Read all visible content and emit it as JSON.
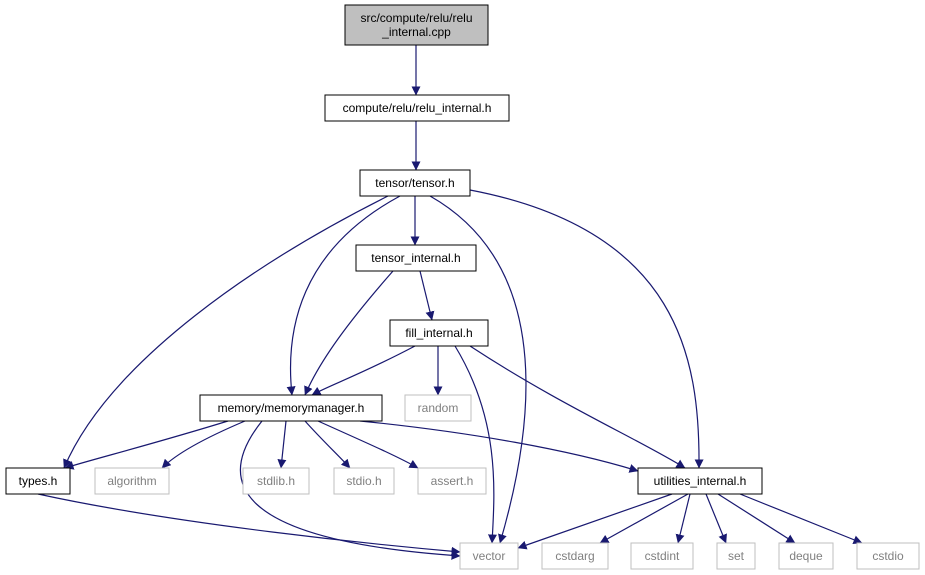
{
  "diagram": {
    "colors": {
      "edge": "#191970",
      "root_fill": "#bfbfbf",
      "node_stroke": "#000000",
      "node_text": "#000000",
      "system_stroke": "#bfbfbf",
      "system_text": "#808080"
    },
    "nodes": [
      {
        "id": "relu_cpp",
        "lines": [
          "src/compute/relu/relu",
          "_internal.cpp"
        ],
        "kind": "root"
      },
      {
        "id": "relu_h",
        "lines": [
          "compute/relu/relu_internal.h"
        ],
        "kind": "local"
      },
      {
        "id": "tensor_h",
        "lines": [
          "tensor/tensor.h"
        ],
        "kind": "local"
      },
      {
        "id": "tensor_internal_h",
        "lines": [
          "tensor_internal.h"
        ],
        "kind": "local"
      },
      {
        "id": "fill_internal_h",
        "lines": [
          "fill_internal.h"
        ],
        "kind": "local"
      },
      {
        "id": "memorymanager_h",
        "lines": [
          "memory/memorymanager.h"
        ],
        "kind": "local"
      },
      {
        "id": "random",
        "lines": [
          "random"
        ],
        "kind": "system"
      },
      {
        "id": "types_h",
        "lines": [
          "types.h"
        ],
        "kind": "local"
      },
      {
        "id": "algorithm",
        "lines": [
          "algorithm"
        ],
        "kind": "system"
      },
      {
        "id": "stdlib_h",
        "lines": [
          "stdlib.h"
        ],
        "kind": "system"
      },
      {
        "id": "stdio_h",
        "lines": [
          "stdio.h"
        ],
        "kind": "system"
      },
      {
        "id": "assert_h",
        "lines": [
          "assert.h"
        ],
        "kind": "system"
      },
      {
        "id": "utilities_internal_h",
        "lines": [
          "utilities_internal.h"
        ],
        "kind": "local"
      },
      {
        "id": "vector",
        "lines": [
          "vector"
        ],
        "kind": "system"
      },
      {
        "id": "cstdarg",
        "lines": [
          "cstdarg"
        ],
        "kind": "system"
      },
      {
        "id": "cstdint",
        "lines": [
          "cstdint"
        ],
        "kind": "system"
      },
      {
        "id": "set",
        "lines": [
          "set"
        ],
        "kind": "system"
      },
      {
        "id": "deque",
        "lines": [
          "deque"
        ],
        "kind": "system"
      },
      {
        "id": "cstdio",
        "lines": [
          "cstdio"
        ],
        "kind": "system"
      }
    ],
    "edges": [
      {
        "from": "relu_cpp",
        "to": "relu_h"
      },
      {
        "from": "relu_h",
        "to": "tensor_h"
      },
      {
        "from": "tensor_h",
        "to": "tensor_internal_h"
      },
      {
        "from": "tensor_h",
        "to": "memorymanager_h"
      },
      {
        "from": "tensor_h",
        "to": "types_h"
      },
      {
        "from": "tensor_h",
        "to": "vector"
      },
      {
        "from": "tensor_h",
        "to": "utilities_internal_h"
      },
      {
        "from": "tensor_internal_h",
        "to": "fill_internal_h"
      },
      {
        "from": "tensor_internal_h",
        "to": "memorymanager_h"
      },
      {
        "from": "fill_internal_h",
        "to": "memorymanager_h"
      },
      {
        "from": "fill_internal_h",
        "to": "random"
      },
      {
        "from": "fill_internal_h",
        "to": "vector"
      },
      {
        "from": "fill_internal_h",
        "to": "utilities_internal_h"
      },
      {
        "from": "memorymanager_h",
        "to": "types_h"
      },
      {
        "from": "memorymanager_h",
        "to": "algorithm"
      },
      {
        "from": "memorymanager_h",
        "to": "stdlib_h"
      },
      {
        "from": "memorymanager_h",
        "to": "stdio_h"
      },
      {
        "from": "memorymanager_h",
        "to": "assert_h"
      },
      {
        "from": "memorymanager_h",
        "to": "utilities_internal_h"
      },
      {
        "from": "memorymanager_h",
        "to": "vector"
      },
      {
        "from": "types_h",
        "to": "vector"
      },
      {
        "from": "utilities_internal_h",
        "to": "vector"
      },
      {
        "from": "utilities_internal_h",
        "to": "cstdarg"
      },
      {
        "from": "utilities_internal_h",
        "to": "cstdint"
      },
      {
        "from": "utilities_internal_h",
        "to": "set"
      },
      {
        "from": "utilities_internal_h",
        "to": "deque"
      },
      {
        "from": "utilities_internal_h",
        "to": "cstdio"
      }
    ]
  }
}
